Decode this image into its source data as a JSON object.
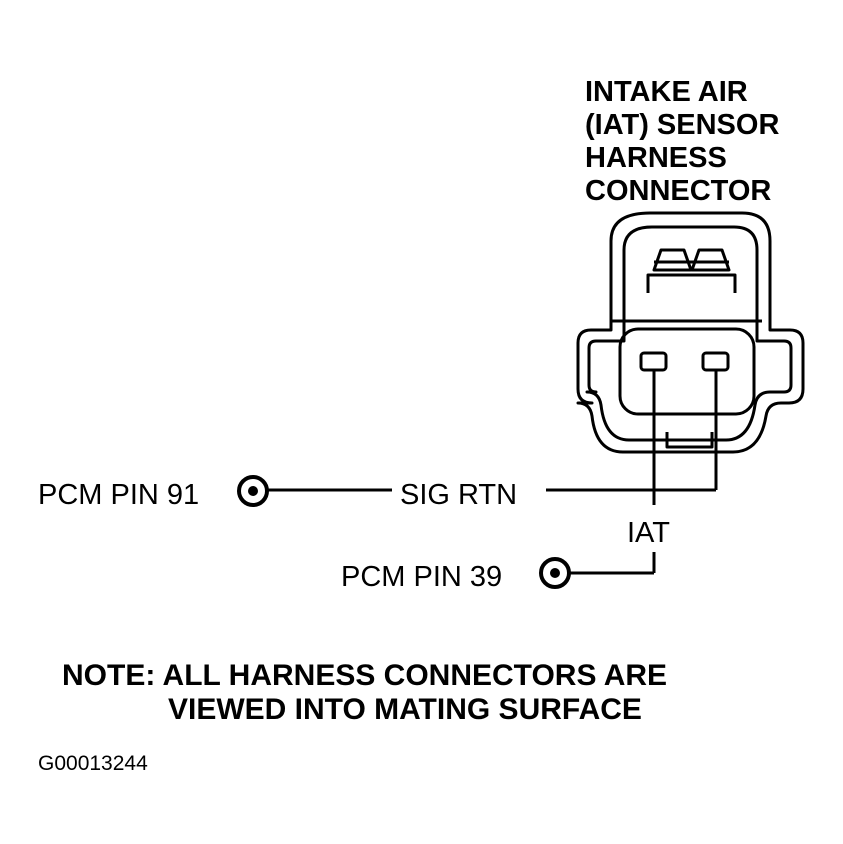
{
  "connector": {
    "title_lines": [
      "INTAKE AIR",
      "(IAT) SENSOR",
      "HARNESS",
      "CONNECTOR"
    ]
  },
  "wires": {
    "sig_rtn": {
      "label": "SIG RTN",
      "pcm_pin_label": "PCM PIN 91"
    },
    "iat": {
      "label": "IAT",
      "pcm_pin_label": "PCM PIN 39"
    }
  },
  "note": {
    "lines": [
      "NOTE: ALL HARNESS CONNECTORS ARE",
      "VIEWED INTO MATING SURFACE"
    ]
  },
  "figure_id": "G00013244",
  "colors": {
    "ink": "#000000",
    "background": "#ffffff"
  }
}
